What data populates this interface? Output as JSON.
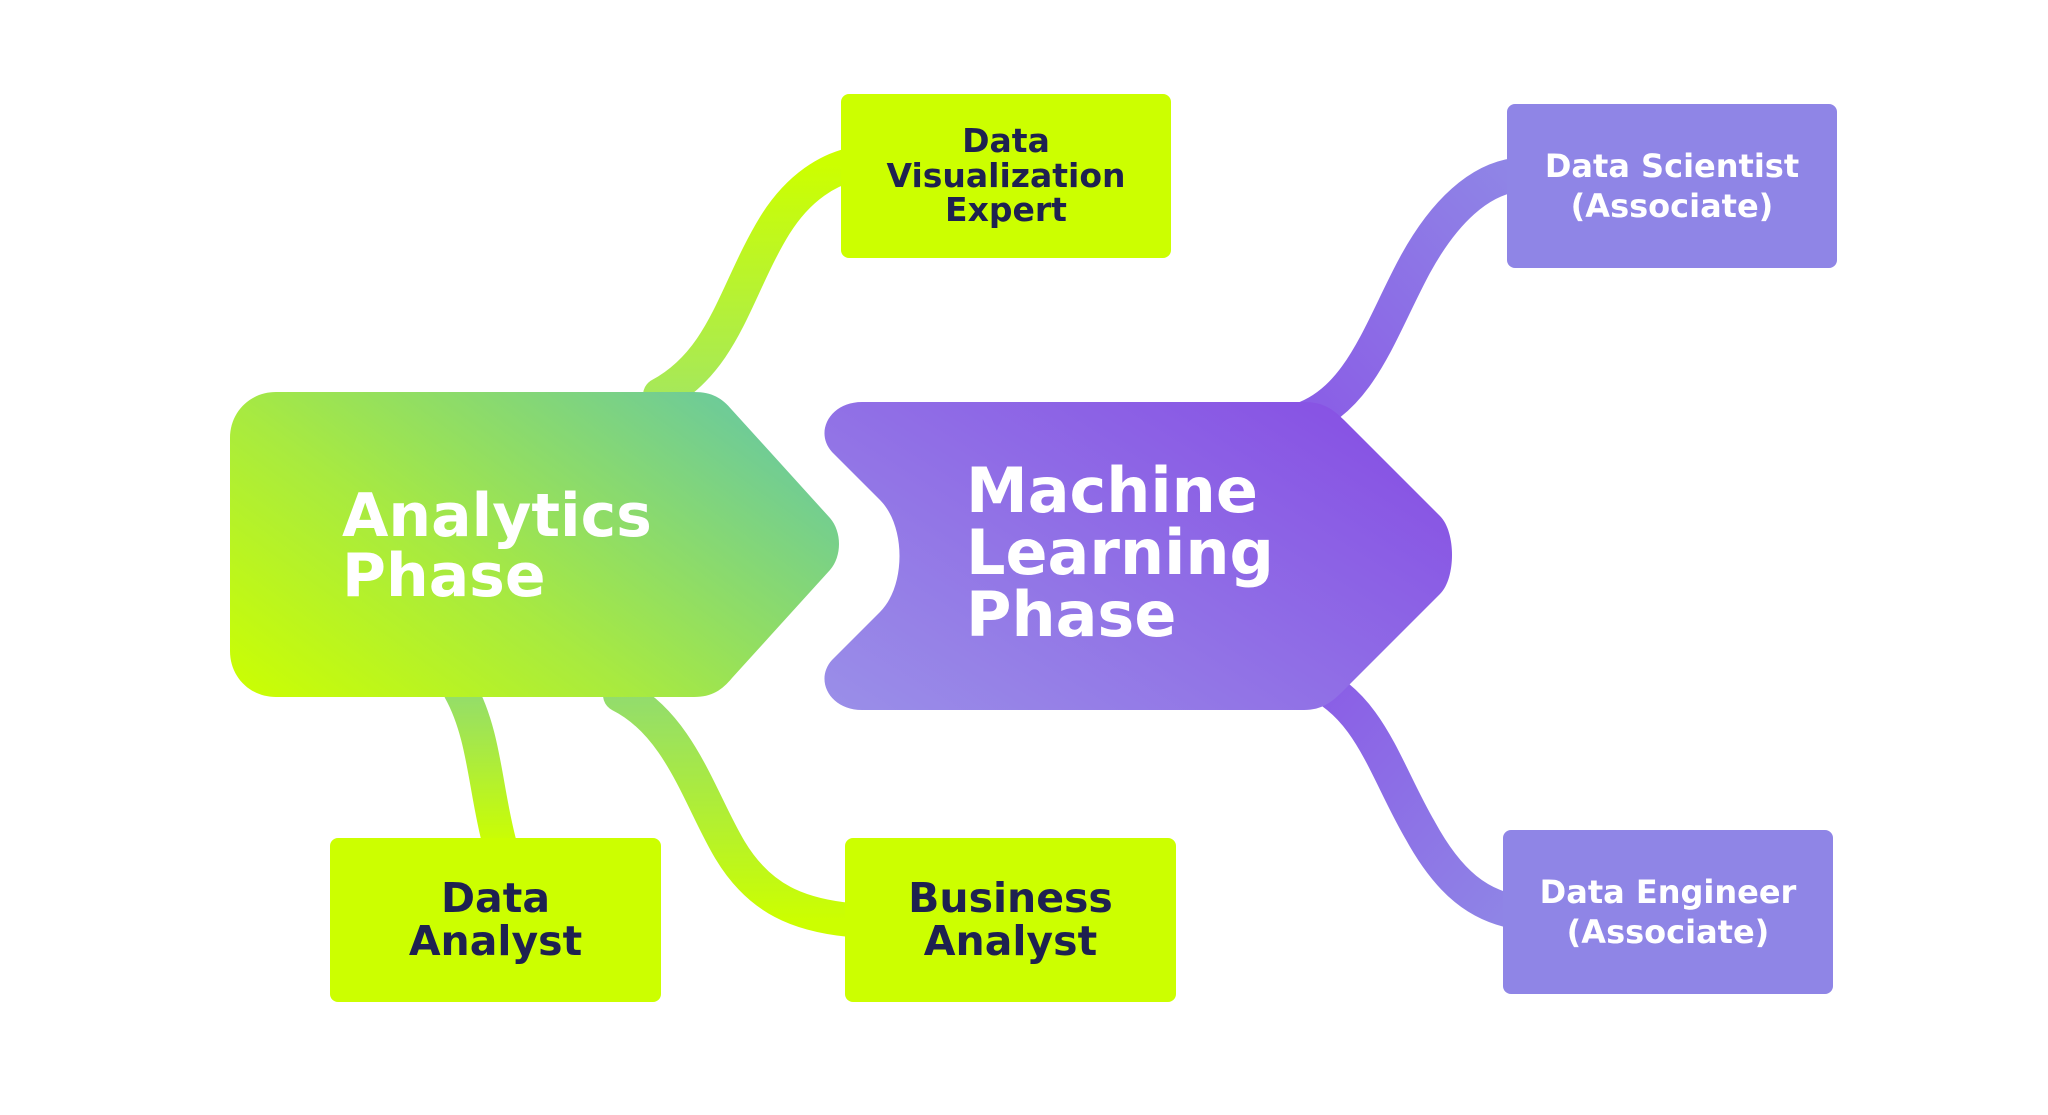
{
  "phases": {
    "analytics": {
      "label": "Analytics\nPhase"
    },
    "machine_learning": {
      "label": "Machine\nLearning\nPhase"
    }
  },
  "roles": {
    "data_visualization_expert": "Data\nVisualization\nExpert",
    "data_analyst": "Data\nAnalyst",
    "business_analyst": "Business\nAnalyst",
    "data_scientist": "Data Scientist\n(Associate)",
    "data_engineer": "Data Engineer\n(Associate)"
  },
  "colors": {
    "green": "#ccff00",
    "green_teal": "#6fcf97",
    "purple_light": "#9488e8",
    "purple_dark": "#8a55e6",
    "text_dark": "#1e2150"
  }
}
